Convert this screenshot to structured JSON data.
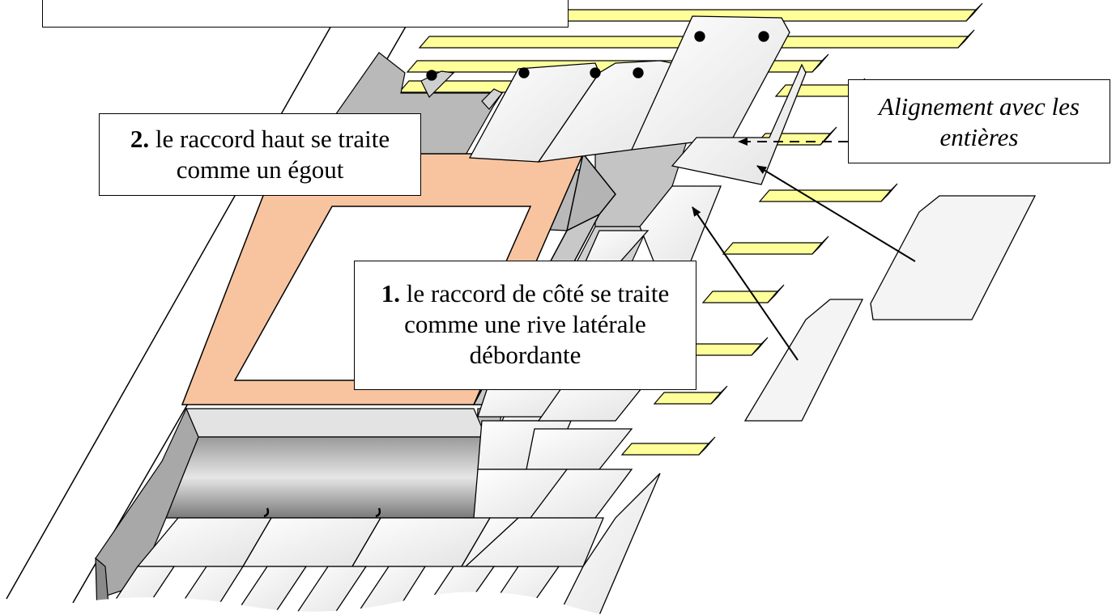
{
  "callouts": {
    "raccord_haut": {
      "number": "2.",
      "text": "le raccord haut se traite comme un égout"
    },
    "raccord_cote": {
      "number": "1.",
      "text": "le raccord de côté se traite comme une rive latérale débordante"
    },
    "alignement": {
      "text": "Alignement avec les entières"
    }
  },
  "colors": {
    "batten": "#ffff99",
    "frame": "#f8c4a0",
    "flashing": "#bdbdbd",
    "slate": "#f4f4f4",
    "outline": "#000000"
  }
}
